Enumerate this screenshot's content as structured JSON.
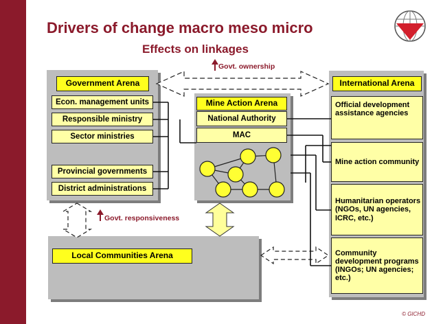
{
  "slide": {
    "title": "Drivers of change  macro meso  micro",
    "subtitle": "Effects on linkages",
    "footer": "© GICHD"
  },
  "notes": {
    "govt_ownership": "Govt. ownership",
    "govt_responsiveness": "Govt. responsiveness"
  },
  "government": {
    "title": "Government Arena",
    "items": [
      "Econ. management units",
      "Responsible ministry",
      "Sector ministries"
    ],
    "local_items": [
      "Provincial governments",
      "District administrations"
    ]
  },
  "mine_action": {
    "title": "Mine Action Arena",
    "items": [
      "National Authority",
      "MAC"
    ]
  },
  "international": {
    "title": "International Arena",
    "items": [
      "Official development assistance agencies",
      "Mine action community",
      "Humanitarian operators (NGOs, UN agencies, ICRC, etc.)",
      "Community development programs (INGOs; UN agencies; etc.)"
    ]
  },
  "communities": {
    "title": "Local Communities Arena"
  },
  "colors": {
    "brand": "#8b1a2b",
    "panel": "#bdbdbd",
    "box_fill": "#ffffa6",
    "title_box_fill": "#ffff1e",
    "node_fill": "#ffff33"
  }
}
